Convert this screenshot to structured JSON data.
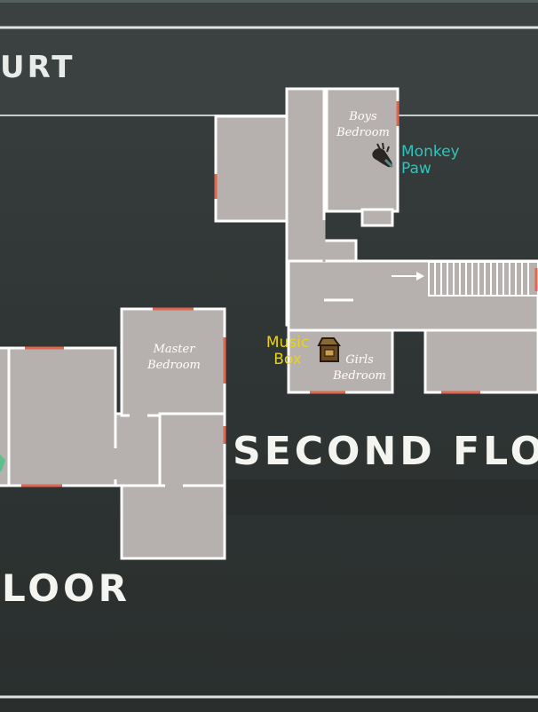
{
  "header": {
    "title_fragment": "URT"
  },
  "floors": {
    "second": {
      "title": "SECOND FLO"
    },
    "first": {
      "title": "LOOR"
    }
  },
  "rooms": {
    "boys_bedroom": {
      "line1": "Boys",
      "line2": "Bedroom"
    },
    "master_bedroom": {
      "line1": "Master",
      "line2": "Bedroom"
    },
    "girls_bedroom": {
      "line1": "Girls",
      "line2": "Bedroom"
    }
  },
  "items": {
    "monkey_paw": {
      "line1": "Monkey",
      "line2": "Paw",
      "color": "#2ec4bd",
      "icon": "monkey-paw-icon"
    },
    "music_box": {
      "line1": "Music",
      "line2": "Box",
      "color": "#e8d21a",
      "icon": "music-box-icon"
    }
  },
  "colors": {
    "background": "#2e3433",
    "room_fill": "#b6b1ae",
    "wall": "#ffffff",
    "window": "#e0674f"
  }
}
